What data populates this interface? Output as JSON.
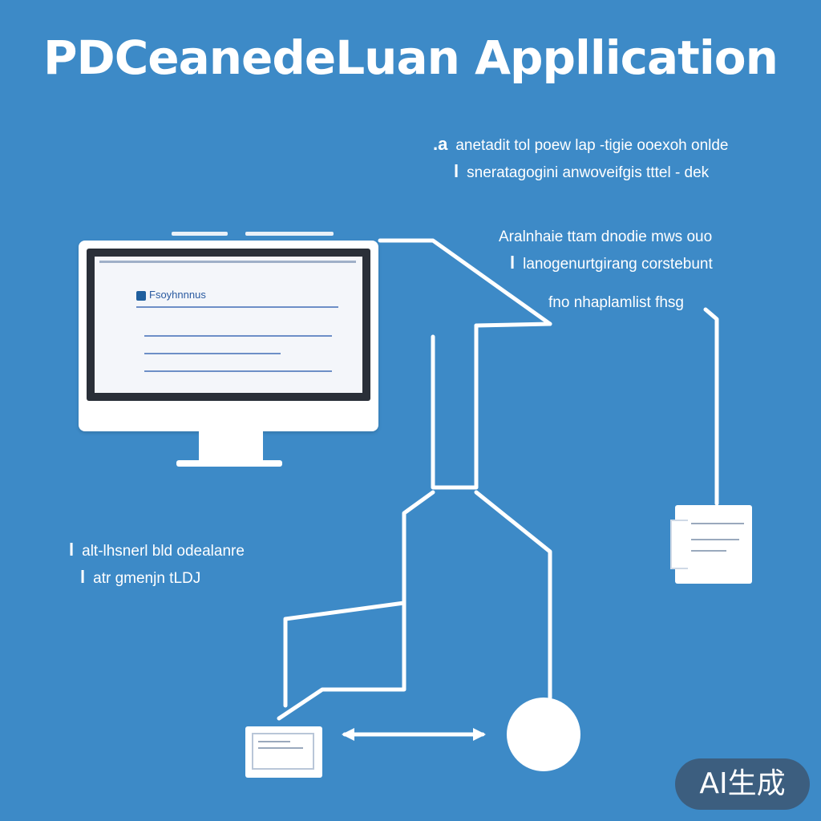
{
  "title": "PDCeanedeLuan Appllication",
  "notes": {
    "top_right_1": {
      "bullet": ".a",
      "text": "anetadit tol poew lap -tigie ooexoh onlde"
    },
    "top_right_2": {
      "bullet": "l",
      "text": "sneratagogini anwoveifgis tttel - dek"
    },
    "mid_right_1": {
      "bullet": "",
      "text": "Aralnhaie ttam dnodie mws ouo"
    },
    "mid_right_2": {
      "bullet": "l",
      "text": "lanogenurtgirang corstebunt"
    },
    "mid_right_3": {
      "bullet": "",
      "text": "fno nhaplamlist fhsg"
    },
    "left_1": {
      "bullet": "l",
      "text": "alt-lhsnerl bld odealanre"
    },
    "left_2": {
      "bullet": "l",
      "text": "atr gmenjn tLDJ"
    }
  },
  "monitor": {
    "screen_heading": "Fsoyhnnnus"
  },
  "badge": "AI生成",
  "colors": {
    "background": "#3d8ac7",
    "line": "#ffffff",
    "screen_frame": "#2a2f38"
  }
}
